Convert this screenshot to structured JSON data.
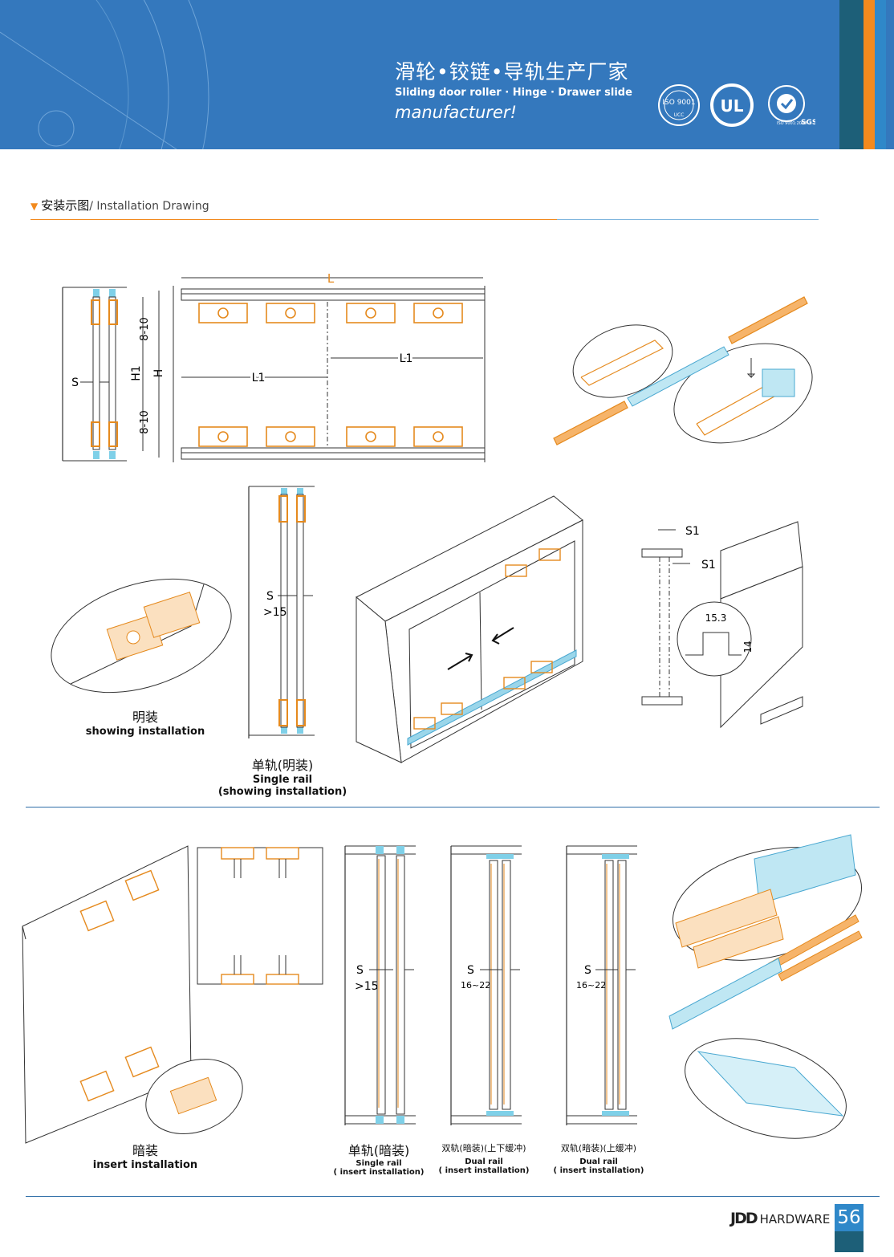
{
  "header": {
    "title_cn": "滑轮•铰链•导轨生产厂家",
    "title_en_line1": "Sliding door roller · Hinge · Drawer slide",
    "title_en_line2": "manufacturer!",
    "cert_iso_text": "ISO 9001",
    "cert_iso_sub": "UCC",
    "cert_ul_text": "UL",
    "cert_sgs_text": "SGS",
    "cert_sgs_sub": "ISO 9001:2000",
    "colors": {
      "band": "#3478bd",
      "accent_orange": "#f28a1e",
      "accent_dark": "#1d5f78"
    }
  },
  "section": {
    "title_cn": "安装示图",
    "title_en": "/ Installation Drawing"
  },
  "drawings": {
    "top_dims": {
      "L": "L",
      "L1": "L1",
      "H": "H",
      "H1": "H1",
      "S": "S",
      "d810": "8-10"
    },
    "s1_detail": {
      "S1": "S1",
      "w": "15.3",
      "h": "14"
    },
    "single_rail_s": "S",
    "single_rail_gap": ">15",
    "dual_s": "S",
    "dual_gap": "16~22"
  },
  "captions": {
    "showing_cn": "明装",
    "showing_en": "showing installation",
    "single_showing_cn": "单轨(明装)",
    "single_showing_en1": "Single rail",
    "single_showing_en2": "(showing installation)",
    "insert_cn": "暗装",
    "insert_en": "insert installation",
    "single_insert_cn": "单轨(暗装)",
    "single_insert_en1": "Single rail",
    "single_insert_en2": "( insert installation)",
    "dual_both_cn": "双轨(暗装)(上下缓冲)",
    "dual_both_en1": "Dual rail",
    "dual_both_en2": "( insert installation)",
    "dual_top_cn": "双轨(暗装)(上缓冲)",
    "dual_top_en1": "Dual rail",
    "dual_top_en2": "( insert installation)"
  },
  "footer": {
    "brand_logo": "JDD",
    "brand_text": "HARDWARE",
    "page_number": "56"
  }
}
